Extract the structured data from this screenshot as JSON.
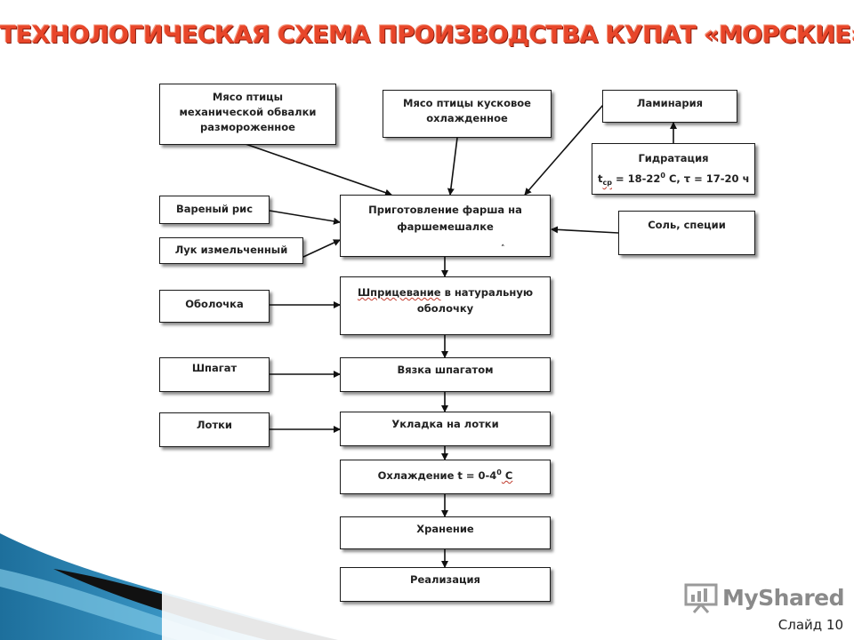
{
  "title": "ТЕХНОЛОГИЧЕСКАЯ СХЕМА ПРОИЗВОДСТВА КУПАТ «МОРСКИЕ»",
  "inputs": {
    "meat_mechanical": [
      "Мясо птицы",
      "механической обвалки",
      "размороженное"
    ],
    "meat_chunk": [
      "Мясо птицы кусковое",
      "охлажденное"
    ],
    "laminaria": [
      "Ламинария"
    ],
    "hydration": [
      "Гидратация",
      "t",
      "ср",
      " = 18-22",
      "0",
      " С, τ = 17-20 ч"
    ],
    "rice": [
      "Вареный рис"
    ],
    "onion": [
      "Лук измельченный"
    ],
    "salt": [
      "Соль, специи"
    ],
    "casing": [
      "Оболочка"
    ],
    "twine": [
      "Шпагат"
    ],
    "trays": [
      "Лотки"
    ]
  },
  "steps": {
    "mince": [
      "Приготовление  фарша на",
      "фаршемешалке"
    ],
    "mince_mark": "˄",
    "fill": [
      "Шприцевание",
      " в натуральную",
      "оболочку"
    ],
    "tie": [
      "Вязка шпагатом"
    ],
    "tray": [
      "Укладка на лотки"
    ],
    "cool": [
      "Охлаждение t = 0-4",
      "0",
      " С"
    ],
    "store": [
      "Хранение"
    ],
    "sell": [
      "Реализация"
    ]
  },
  "watermark": "MyShared",
  "slide_number": "Слайд 10"
}
